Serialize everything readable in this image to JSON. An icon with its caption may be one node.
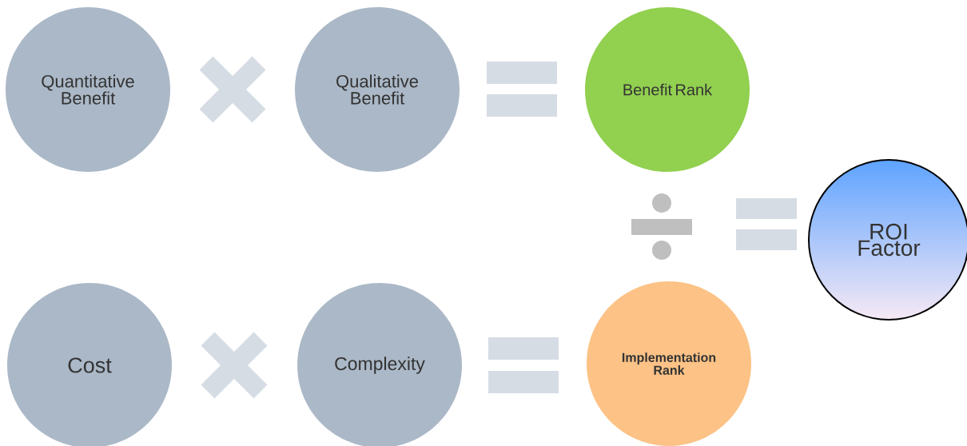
{
  "diagram": {
    "nodes": [
      {
        "text": [
          "Quantitative Benefit"
        ]
      },
      {
        "text": [
          "Qualitative Benefit"
        ]
      },
      {
        "text": [
          "Benefit Rank"
        ]
      },
      {
        "text": [
          "ROI Factor"
        ]
      },
      {
        "text": [
          "Cost"
        ]
      },
      {
        "text": [
          "Complexity"
        ]
      },
      {
        "text": [
          "Implementation Rank"
        ]
      }
    ]
  }
}
